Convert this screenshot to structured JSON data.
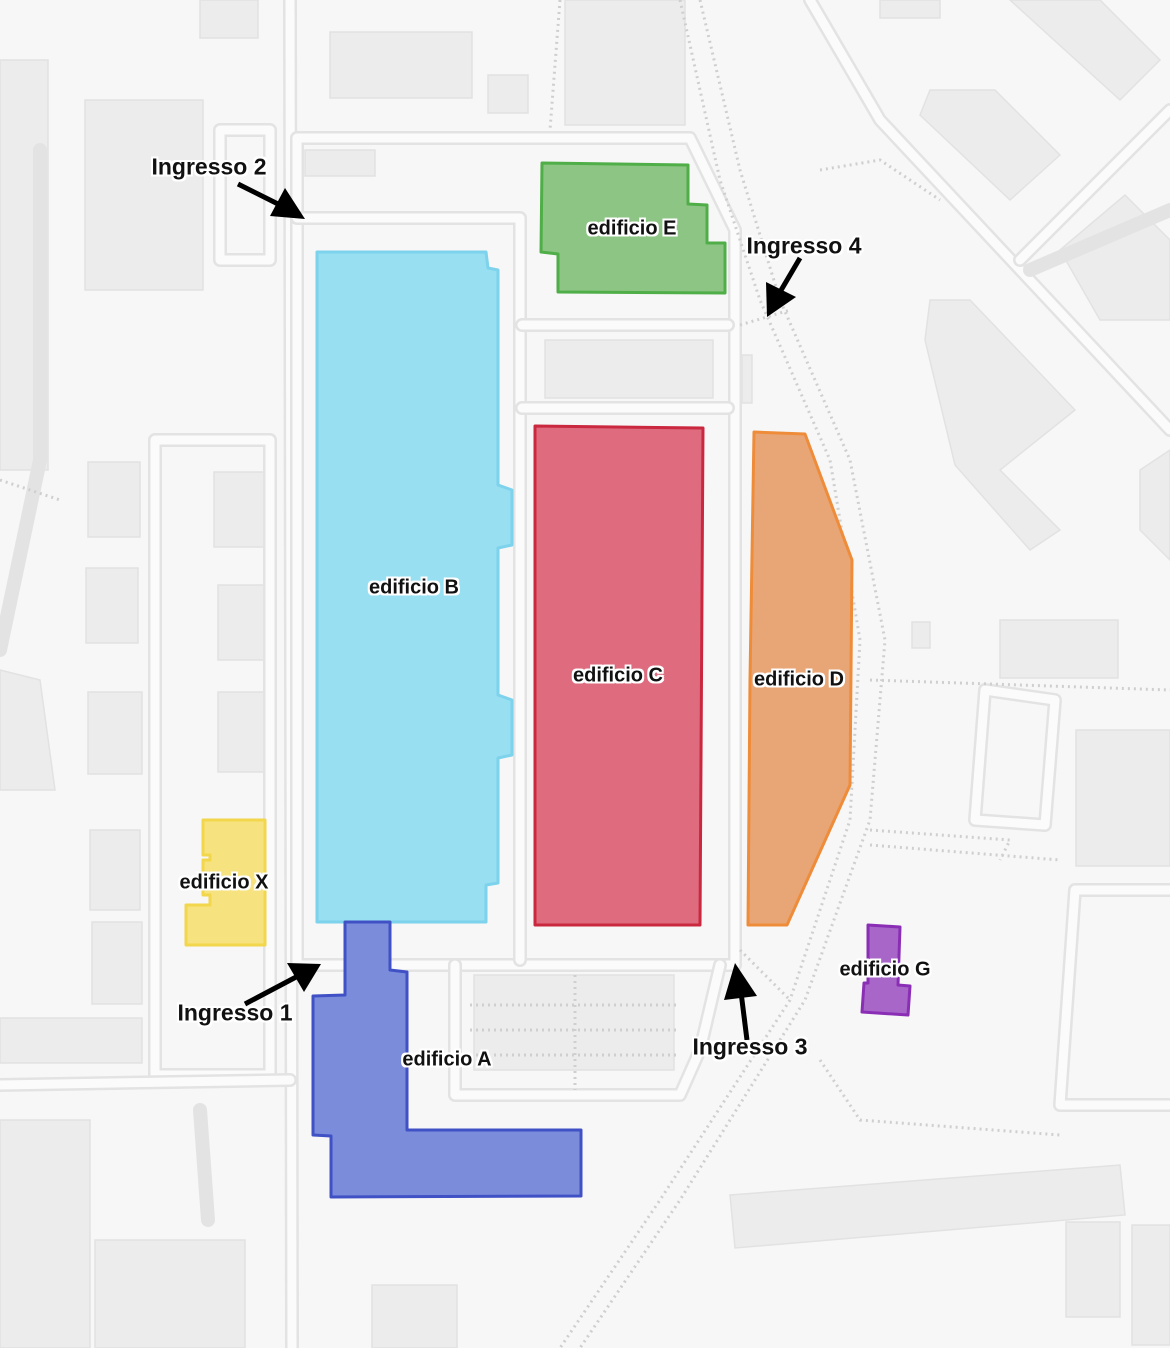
{
  "map": {
    "buildings": {
      "A": {
        "label": "edificio A",
        "color": "#7b8cdb",
        "stroke": "#3f51c4"
      },
      "B": {
        "label": "edificio B",
        "color": "#98dff2",
        "stroke": "#7dd2ec"
      },
      "C": {
        "label": "edificio C",
        "color": "#de6b7e",
        "stroke": "#c9283f"
      },
      "D": {
        "label": "edificio D",
        "color": "#e8a676",
        "stroke": "#ee8c3a"
      },
      "E": {
        "label": "edificio E",
        "color": "#8dc584",
        "stroke": "#4fae48"
      },
      "G": {
        "label": "edificio G",
        "color": "#a866c8",
        "stroke": "#8a2fb5"
      },
      "X": {
        "label": "edificio X",
        "color": "#f6e27e",
        "stroke": "#f2d64c"
      }
    },
    "entrances": {
      "e1": {
        "label": "Ingresso 1"
      },
      "e2": {
        "label": "Ingresso 2"
      },
      "e3": {
        "label": "Ingresso 3"
      },
      "e4": {
        "label": "Ingresso 4"
      }
    },
    "arrow_color": "#000000",
    "background_color": "#f7f7f7"
  }
}
